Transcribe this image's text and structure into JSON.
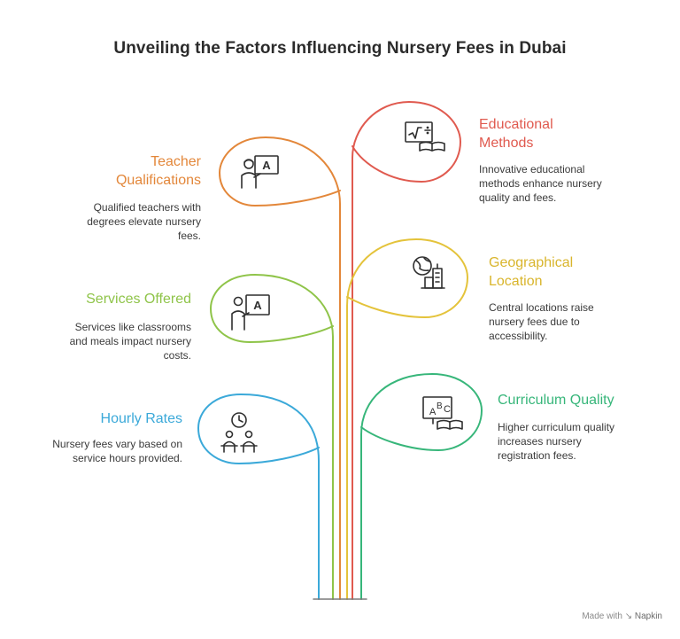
{
  "title": "Unveiling the Factors Influencing Nursery Fees in Dubai",
  "colors": {
    "educational": "#e05a4f",
    "teacher": "#e3873a",
    "geographical": "#e4c33b",
    "services": "#8fc449",
    "curriculum": "#37b67a",
    "hourly": "#3ba9d9"
  },
  "factors": {
    "teacher": {
      "label_1": "Teacher",
      "label_2": "Qualifications",
      "desc_1": "Qualified teachers with",
      "desc_2": "degrees elevate nursery",
      "desc_3": "fees.",
      "icon": "teacher-board-icon"
    },
    "educational": {
      "label_1": "Educational",
      "label_2": "Methods",
      "desc_1": "Innovative educational",
      "desc_2": "methods enhance nursery",
      "desc_3": "quality and fees.",
      "icon": "math-book-icon"
    },
    "services": {
      "label_1": "Services Offered",
      "desc_1": "Services like classrooms",
      "desc_2": "and meals impact nursery",
      "desc_3": "costs.",
      "icon": "classroom-icon"
    },
    "geographical": {
      "label_1": "Geographical",
      "label_2": "Location",
      "desc_1": "Central locations raise",
      "desc_2": "nursery fees due to",
      "desc_3": "accessibility.",
      "icon": "globe-city-icon"
    },
    "hourly": {
      "label_1": "Hourly Rates",
      "desc_1": "Nursery fees vary based on",
      "desc_2": "service hours provided.",
      "icon": "clock-people-icon"
    },
    "curriculum": {
      "label_1": "Curriculum Quality",
      "desc_1": "Higher curriculum quality",
      "desc_2": "increases nursery",
      "desc_3": "registration fees.",
      "icon": "abc-book-icon",
      "icon_letters": [
        "A",
        "B",
        "C"
      ]
    }
  },
  "watermark": {
    "prefix": "Made with",
    "brand": "Napkin"
  }
}
